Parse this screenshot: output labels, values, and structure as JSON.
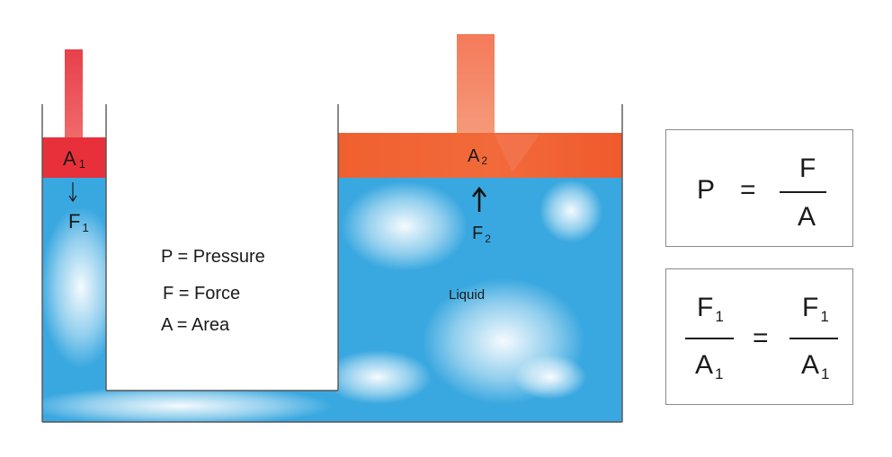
{
  "diagram": {
    "small_piston": {
      "area_label": "A",
      "area_sub": "1",
      "force_label": "F",
      "force_sub": "1"
    },
    "large_piston": {
      "area_label": "A",
      "area_sub": "2",
      "force_label": "F",
      "force_sub": "2"
    },
    "liquid_label": "Liquid",
    "legend": [
      {
        "text": "P = Pressure"
      },
      {
        "text": "F = Force"
      },
      {
        "text": "A = Area"
      }
    ],
    "colors": {
      "liquid": "#3aa8e0",
      "small_piston": "#e8303a",
      "large_piston": "#f06a3a",
      "large_rod": "#f48a6a",
      "wall": "#555555"
    }
  },
  "formulas": {
    "pressure": {
      "lhs": "P",
      "eq": "=",
      "num": "F",
      "den": "A"
    },
    "pascal": {
      "left_num": "F",
      "left_num_sub": "1",
      "left_den": "A",
      "left_den_sub": "1",
      "eq": "=",
      "right_num": "F",
      "right_num_sub": "1",
      "right_den": "A",
      "right_den_sub": "1"
    }
  }
}
